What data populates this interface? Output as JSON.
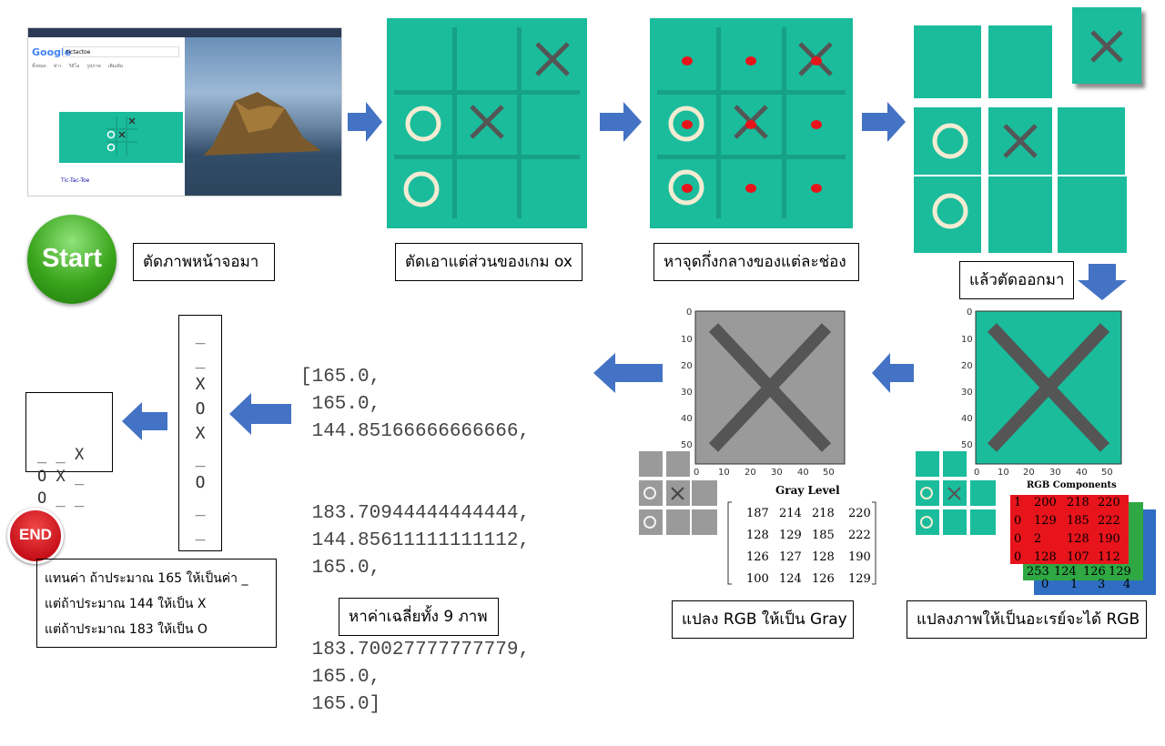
{
  "steps": {
    "s1": "ตัดภาพหน้าจอมา",
    "s2": "ตัดเอาแต่ส่วนของเกม ox",
    "s3": "หาจุดกึ่งกลางของแต่ละช่อง",
    "s4": "แล้วตัดออกมา",
    "s5": "แปลงภาพให้เป็นอะเรย์จะได้ RGB",
    "s6": "แปลง RGB ให้เป็น Gray",
    "s7": "หาค่าเฉลี่ยทั้ง 9 ภาพ"
  },
  "start_label": "Start",
  "end_label": "END",
  "screenshot": {
    "google": "Google",
    "search_text": "tictactoe",
    "tabs": [
      "ทั้งหมด",
      "ข่าว",
      "วิดีโอ",
      "รูปภาพ",
      "เพิ่มเติม"
    ],
    "result_title": "Tic-Tac-Toe"
  },
  "averages": [
    "[165.0,",
    " 165.0,",
    " 144.85166666666666,",
    " 183.70944444444444,",
    " 144.85611111111112,",
    " 165.0,",
    " 183.70027777777779,",
    " 165.0,",
    " 165.0]"
  ],
  "vertical_list": [
    "_",
    "_",
    "X",
    "O",
    "X",
    "_",
    "O",
    "_",
    "_"
  ],
  "board_text": [
    "_ _ X",
    "O X _",
    "O _ _"
  ],
  "note_lines": [
    "แทนค่า ถ้าประมาณ 165 ให้เป็นค่า _",
    "แต่ถ้าประมาณ 144 ให้เป็น X",
    "แต่ถ้าประมาณ 183 ให้เป็น O"
  ],
  "gray_title": "Gray Level",
  "gray_matrix": [
    [
      187,
      214,
      218,
      220
    ],
    [
      128,
      129,
      185,
      222
    ],
    [
      126,
      127,
      128,
      190
    ],
    [
      100,
      124,
      126,
      129
    ]
  ],
  "rgb_title": "RGB Components",
  "rgb_red": [
    [
      1,
      200,
      218,
      220
    ],
    [
      0,
      129,
      185,
      222
    ],
    [
      0,
      2,
      128,
      190
    ],
    [
      0,
      128,
      107,
      112
    ]
  ],
  "rgb_green_last_row": [
    253,
    124,
    126,
    129
  ],
  "rgb_blue_last_row": [
    0,
    1,
    3,
    4
  ],
  "axis_ticks": [
    "0",
    "10",
    "20",
    "30",
    "40",
    "50"
  ],
  "colors": {
    "teal": "#1abc9c",
    "line": "#16a085",
    "arrow": "#4472c4",
    "gray": "#9a9a9a"
  }
}
